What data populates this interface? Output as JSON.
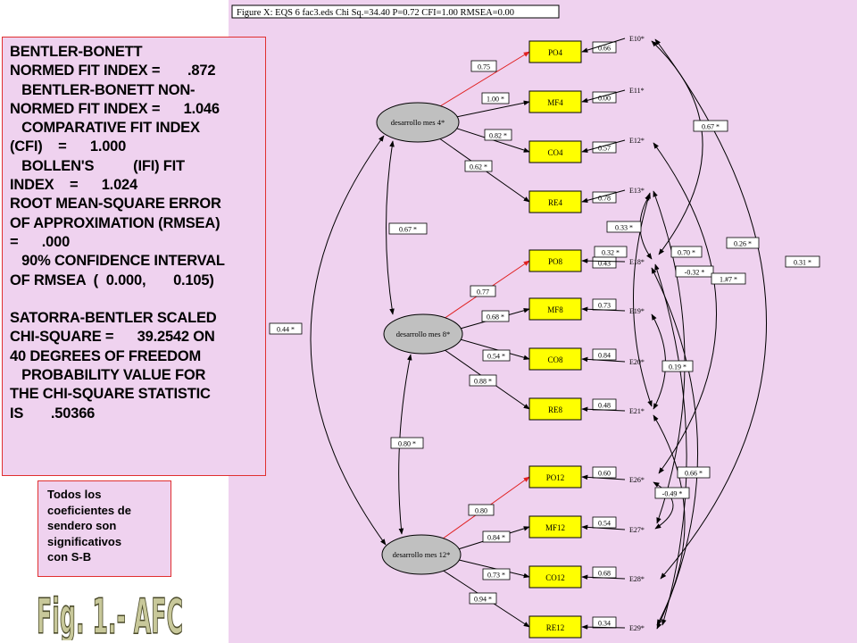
{
  "figure_title": "Figure X: EQS 6 fac3.eds Chi Sq.=34.40 P=0.72 CFI=1.00 RMSEA=0.00",
  "stats_text": "BENTLER-BONETT\nNORMED FIT INDEX =       .872\n   BENTLER-BONETT NON-\nNORMED FIT INDEX =      1.046\n   COMPARATIVE FIT INDEX\n(CFI)    =      1.000\n   BOLLEN'S          (IFI) FIT\nINDEX    =      1.024\nROOT MEAN-SQUARE ERROR\nOF APPROXIMATION (RMSEA)\n=      .000\n   90% CONFIDENCE INTERVAL\nOF RMSEA  (  0.000,       0.105)\n\nSATORRA-BENTLER SCALED\nCHI-SQUARE =      39.2542 ON\n40 DEGREES OF FREEDOM\n   PROBABILITY VALUE FOR\nTHE CHI-SQUARE STATISTIC\nIS       .50366",
  "note_text": "Todos los\ncoeficientes de\nsendero son\nsignificativos\ncon S-B",
  "caption": "Fig. 1.- AFC",
  "colors": {
    "diagram_bg": "#efd2ef",
    "box_fill": "#ffff00",
    "factor_fill": "#c0c0c0",
    "border": "#e03030",
    "red_arrow": "#e02020"
  },
  "factors": [
    {
      "id": "F1",
      "label": "desarrollo mes 4*"
    },
    {
      "id": "F2",
      "label": "desarrollo mes 8*"
    },
    {
      "id": "F3",
      "label": "desarrollo mes 12*"
    }
  ],
  "indicators": [
    {
      "id": "PO4",
      "label": "PO4",
      "factor": "F1",
      "loading": "0.75",
      "error": "E10*",
      "error_value": "0.66"
    },
    {
      "id": "MF4",
      "label": "MF4",
      "factor": "F1",
      "loading": "1.00 *",
      "error": "E11*",
      "error_value": "0.00"
    },
    {
      "id": "CO4",
      "label": "CO4",
      "factor": "F1",
      "loading": "0.82 *",
      "error": "E12*",
      "error_value": "0.57"
    },
    {
      "id": "RE4",
      "label": "RE4",
      "factor": "F1",
      "loading": "0.62 *",
      "error": "E13*",
      "error_value": "0.78"
    },
    {
      "id": "PO8",
      "label": "PO8",
      "factor": "F2",
      "loading": "0.77",
      "error": "E18*",
      "error_value": "0.43"
    },
    {
      "id": "MF8",
      "label": "MF8",
      "factor": "F2",
      "loading": "0.68 *",
      "error": "E19*",
      "error_value": "0.73"
    },
    {
      "id": "CO8",
      "label": "CO8",
      "factor": "F2",
      "loading": "0.54 *",
      "error": "E20*",
      "error_value": "0.84"
    },
    {
      "id": "RE8",
      "label": "RE8",
      "factor": "F2",
      "loading": "0.88 *",
      "error": "E21*",
      "error_value": "0.48"
    },
    {
      "id": "PO12",
      "label": "PO12",
      "factor": "F3",
      "loading": "0.80",
      "error": "E26*",
      "error_value": "0.60"
    },
    {
      "id": "MF12",
      "label": "MF12",
      "factor": "F3",
      "loading": "0.84 *",
      "error": "E27*",
      "error_value": "0.54"
    },
    {
      "id": "CO12",
      "label": "CO12",
      "factor": "F3",
      "loading": "0.73 *",
      "error": "E28*",
      "error_value": "0.68"
    },
    {
      "id": "RE12",
      "label": "RE12",
      "factor": "F3",
      "loading": "0.94 *",
      "error": "E29*",
      "error_value": "0.34"
    }
  ],
  "factor_correlations": [
    {
      "from": "F1",
      "to": "F2",
      "value": "0.67 *"
    },
    {
      "from": "F2",
      "to": "F3",
      "value": "0.80 *"
    },
    {
      "from": "F1",
      "to": "F3",
      "value": "0.44 *"
    }
  ],
  "error_covariances": [
    {
      "from": "E10*",
      "to": "E18*",
      "value": "0.67 *"
    },
    {
      "from": "E13*",
      "to": "E21*",
      "value": "0.33 *"
    },
    {
      "from": "E13*",
      "to": "E18*",
      "value": "0.32 *"
    },
    {
      "from": "E13*",
      "to": "E27*",
      "value": "0.70 *"
    },
    {
      "from": "E12*",
      "to": "E26*",
      "value": "0.26 *"
    },
    {
      "from": "E18*",
      "to": "E29*",
      "value": "-0.32 *"
    },
    {
      "from": "E18*",
      "to": "E29*",
      "value": "1.#7 *"
    },
    {
      "from": "E10*",
      "to": "E28*",
      "value": "0.31 *"
    },
    {
      "from": "E19*",
      "to": "E21*",
      "value": "0.19 *"
    },
    {
      "from": "E21*",
      "to": "E29*",
      "value": "0.66 *"
    },
    {
      "from": "E26*",
      "to": "E27*",
      "value": "-0.49 *"
    }
  ]
}
